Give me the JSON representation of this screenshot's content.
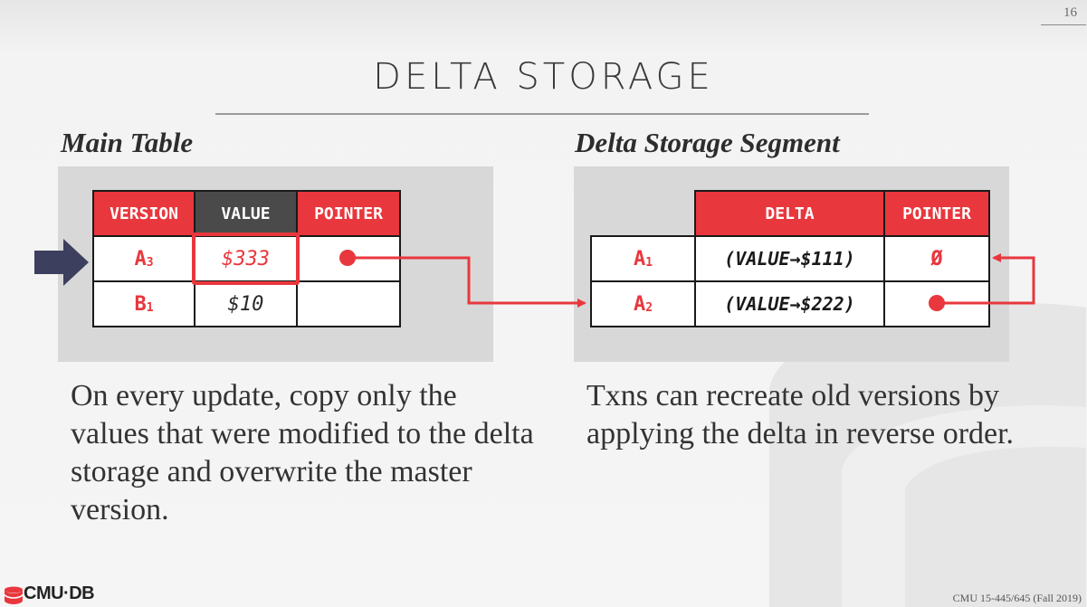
{
  "page_number": "16",
  "title": "DELTA STORAGE",
  "main_table": {
    "label": "Main Table",
    "columns": [
      "VERSION",
      "VALUE",
      "POINTER"
    ],
    "rows": [
      {
        "version": "A",
        "version_sub": "3",
        "value": "$333"
      },
      {
        "version": "B",
        "version_sub": "1",
        "value": "$10"
      }
    ]
  },
  "delta_segment": {
    "label": "Delta Storage Segment",
    "columns": [
      "DELTA",
      "POINTER"
    ],
    "rows": [
      {
        "version": "A",
        "version_sub": "1",
        "delta": "(VALUE→$111)",
        "pointer": "Ø"
      },
      {
        "version": "A",
        "version_sub": "2",
        "delta": "(VALUE→$222)",
        "pointer": ""
      }
    ]
  },
  "main_description": "On every update, copy only the values that were modified to the delta storage and overwrite the master version.",
  "delta_description": "Txns can recreate old versions by applying the delta in reverse order.",
  "footer": {
    "logo": "CMU·DB",
    "course": "CMU 15-445/645 (Fall 2019)"
  },
  "colors": {
    "accent_red": "#e8373d",
    "header_dark": "#4a4a4a",
    "panel_gray": "#d8d8d8",
    "arrow_navy": "#3d3f5e"
  },
  "icons": [
    "current-version-arrow-icon",
    "database-logo-icon"
  ]
}
